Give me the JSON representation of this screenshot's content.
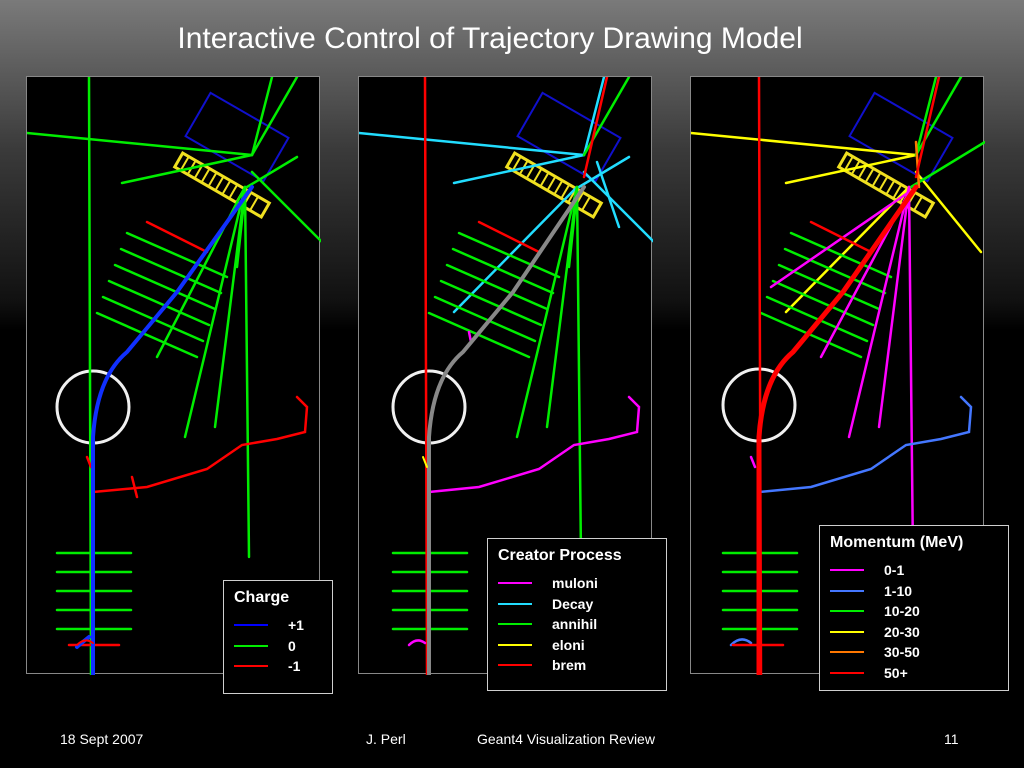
{
  "slide": {
    "title": "Interactive Control of Trajectory Drawing Model"
  },
  "legends": {
    "charge": {
      "title": "Charge",
      "items": [
        {
          "label": "+1",
          "color": "#0000ff"
        },
        {
          "label": "0",
          "color": "#00ee00"
        },
        {
          "label": "-1",
          "color": "#ff0000"
        }
      ]
    },
    "creator": {
      "title": "Creator Process",
      "items": [
        {
          "label": "muloni",
          "color": "#ff00ff"
        },
        {
          "label": "Decay",
          "color": "#22ddff"
        },
        {
          "label": "annihil",
          "color": "#00ee00"
        },
        {
          "label": "eloni",
          "color": "#ffff00"
        },
        {
          "label": "brem",
          "color": "#ff0000"
        }
      ]
    },
    "momentum": {
      "title": "Momentum (MeV)",
      "items": [
        {
          "label": "0-1",
          "color": "#ff00ff"
        },
        {
          "label": "1-10",
          "color": "#4477ff"
        },
        {
          "label": "10-20",
          "color": "#00ee00"
        },
        {
          "label": "20-30",
          "color": "#ffff00"
        },
        {
          "label": "30-50",
          "color": "#ff7700"
        },
        {
          "label": "50+",
          "color": "#ff0000"
        }
      ]
    }
  },
  "footer": {
    "date": "18 Sept 2007",
    "author": "J. Perl",
    "event": "Geant4 Visualization Review",
    "page": "11"
  }
}
